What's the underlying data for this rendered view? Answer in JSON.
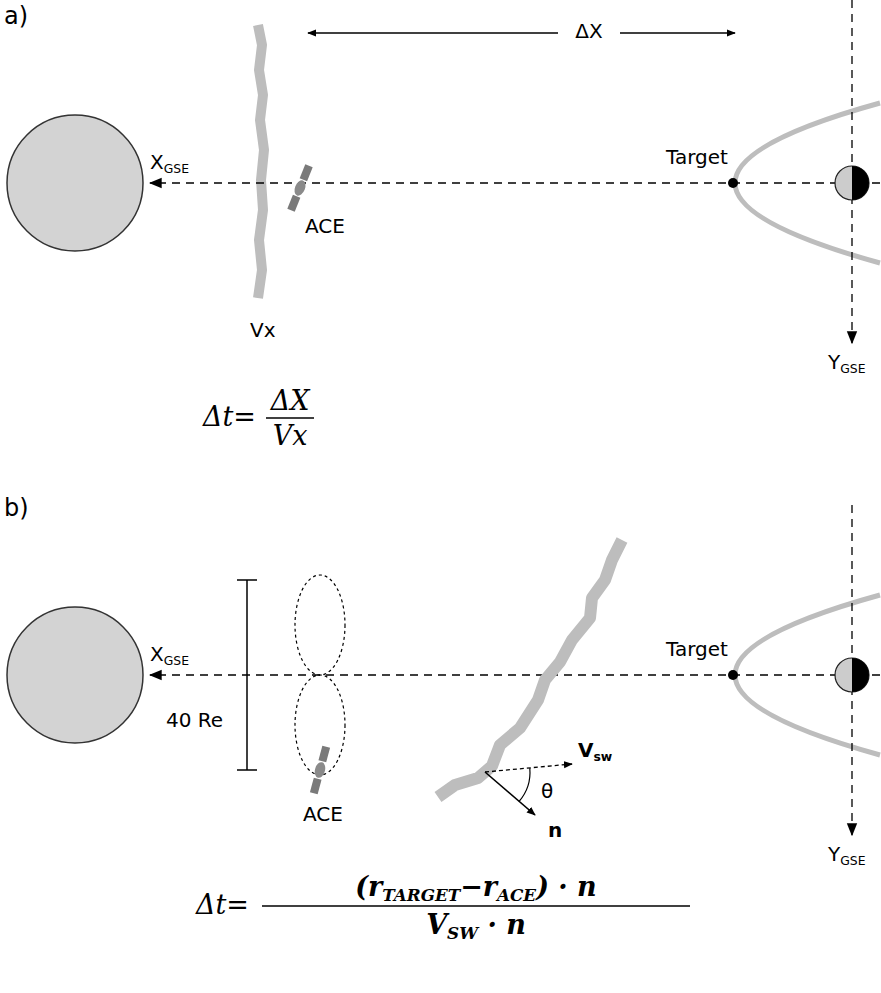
{
  "diagram": {
    "labels": [
      "a)",
      "ΔX",
      "X",
      "GSE",
      "Target",
      "ACE",
      "Vx",
      "Y",
      "GSE",
      "Δt=",
      "ΔX",
      "Vx",
      "b)",
      "X",
      "GSE",
      "40 Re",
      "Target",
      "ACE",
      "V",
      "sw",
      "θ",
      "n",
      "Y",
      "GSE",
      "Δt=",
      "(r",
      "TARGET",
      "−r",
      "ACE",
      ") · n",
      "V",
      "SW",
      " · n"
    ]
  }
}
